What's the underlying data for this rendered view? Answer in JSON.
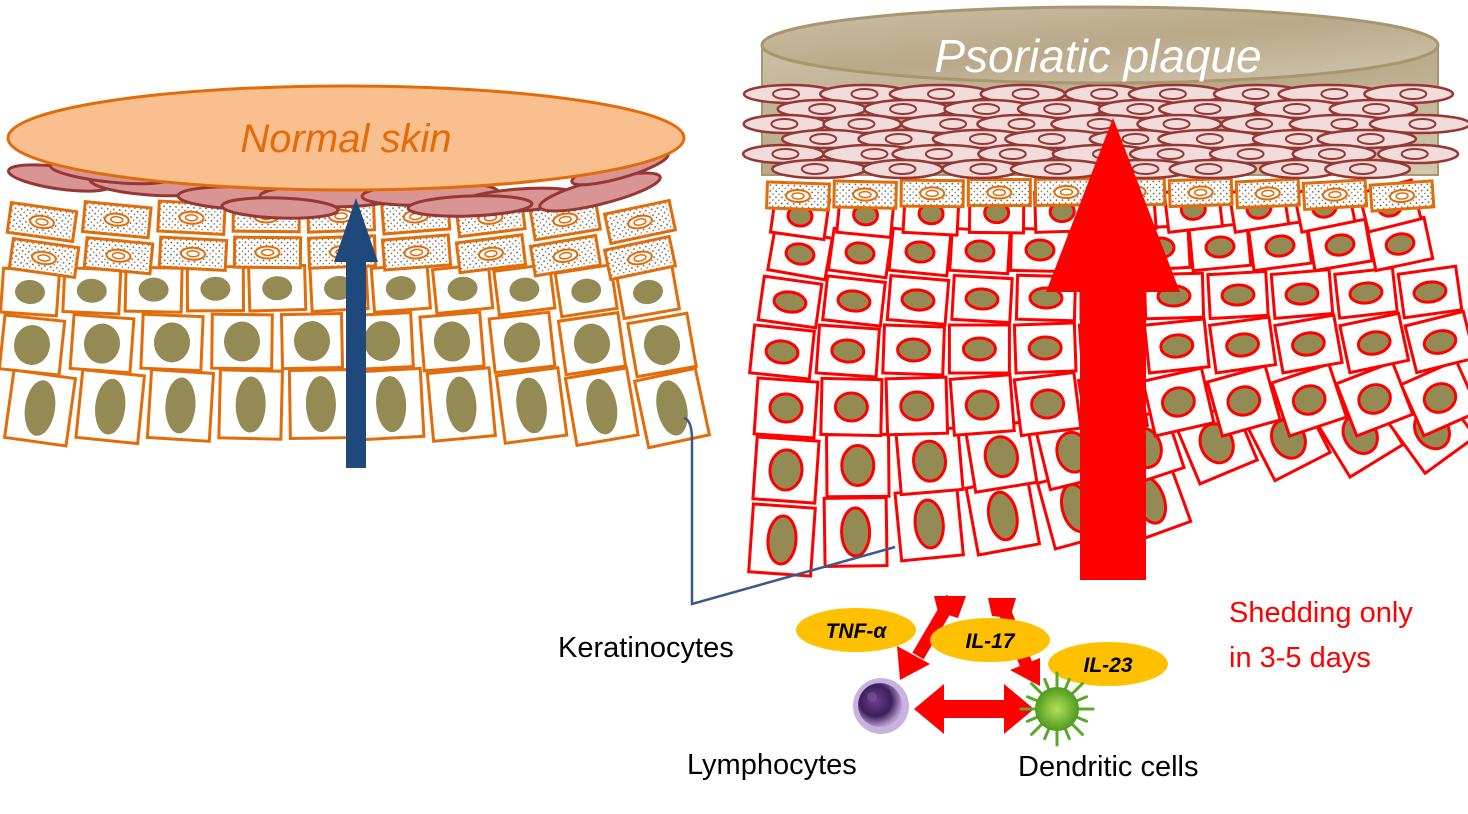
{
  "diagram": {
    "normal_title": "Normal skin",
    "plaque_title": "Psoriatic plaque",
    "keratinocytes_label": "Keratinocytes",
    "shedding_line1": "Shedding only",
    "shedding_line2": "in 3-5 days",
    "lymphocytes_label": "Lymphocytes",
    "dendritic_label": "Dendritic cells",
    "cytokines": {
      "tnf": "TNF-α",
      "il17": "IL-17",
      "il23": "IL-23"
    }
  },
  "colors": {
    "normal_outline": "#e36c0a",
    "normal_top": "#f9bf8f",
    "corneocyte_normal": "#d99594",
    "corneocyte_outline": "#953735",
    "nucleus": "#948a54",
    "plaque_outline": "#ff0000",
    "plaque_scale": "#c4b59a",
    "plaque_corneocyte": "#f2dcdb",
    "cytokine": "#ffc000",
    "normal_arrow": "#1f497d",
    "plaque_arrow": "#ff0000",
    "connector_line": "#3a5a8a"
  },
  "icons": {
    "lymphocyte": "lymphocyte-cell-icon",
    "dendritic": "dendritic-cell-icon"
  }
}
